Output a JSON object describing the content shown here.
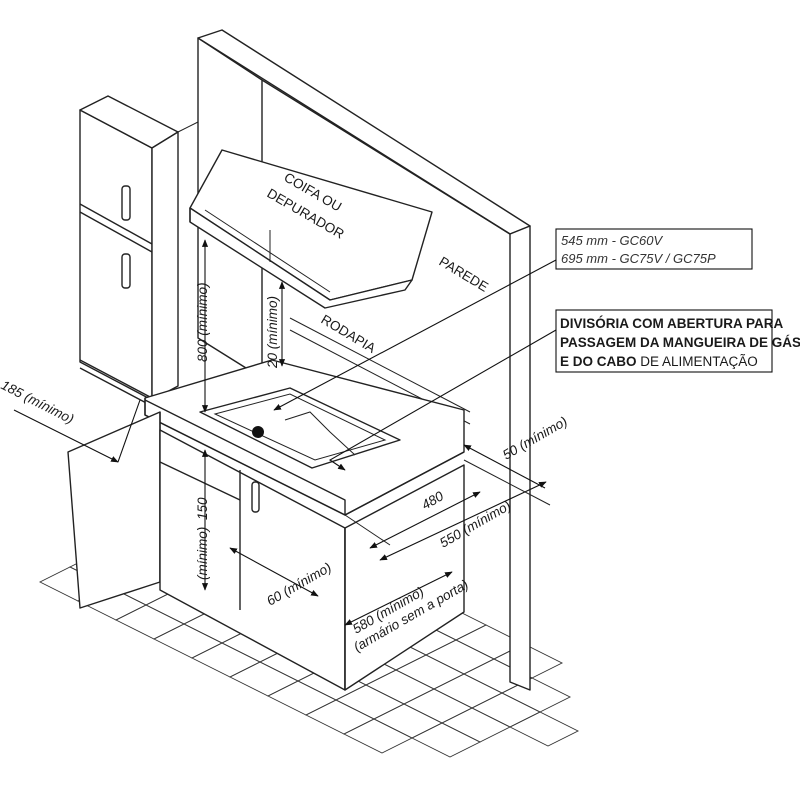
{
  "labels": {
    "hood": [
      "COIFA OU",
      "DEPURADOR"
    ],
    "wall": "PAREDE",
    "baseboard": "RODAPIA",
    "models": [
      "545 mm - GC60V",
      "695 mm - GC75V / GC75P"
    ],
    "partition_bold_1": "DIVISÓRIA COM ABERTURA PARA",
    "partition_bold_2": "PASSAGEM DA MANGUEIRA DE GÁS",
    "partition_bold_3": "E DO CABO",
    "partition_normal_3": " DE ALIMENTAÇÃO"
  },
  "dimensions": {
    "d800": "800 (mínimo)",
    "d20": "20 (mínimo)",
    "d185": "185 (mínimo)",
    "d150": "150",
    "d150_unit": "(mínimo)",
    "d60": "60 (mínimo)",
    "d480": "480",
    "d550": "550 (mínimo)",
    "d50": "50 (mínimo)",
    "d580": "580 (mínimo)",
    "d580_note": "(armário sem a porta)"
  }
}
